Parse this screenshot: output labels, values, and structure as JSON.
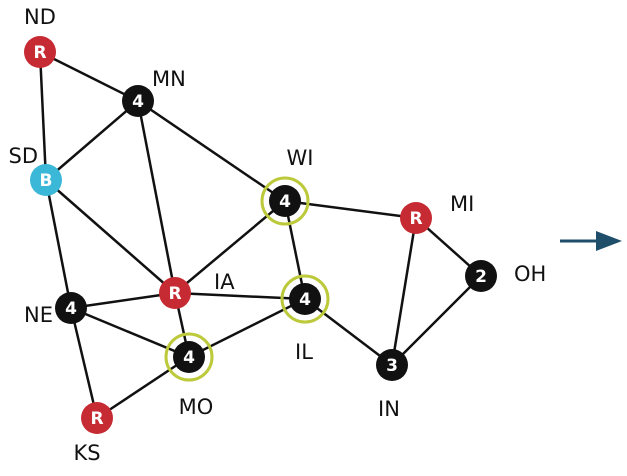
{
  "colors": {
    "node_black": "#111111",
    "node_red": "#c62b34",
    "node_blue": "#3bb8d8",
    "highlight_ring": "#bcc93a",
    "arrow": "#1f4e6b",
    "edge": "#111111"
  },
  "nodes": [
    {
      "id": "ND",
      "label": "R",
      "state": "ND",
      "color": "red"
    },
    {
      "id": "MN",
      "label": "4",
      "state": "MN",
      "color": "black"
    },
    {
      "id": "SD",
      "label": "B",
      "state": "SD",
      "color": "blue"
    },
    {
      "id": "WI",
      "label": "4",
      "state": "WI",
      "color": "black",
      "highlight": true
    },
    {
      "id": "MI",
      "label": "R",
      "state": "MI",
      "color": "red"
    },
    {
      "id": "OH",
      "label": "2",
      "state": "OH",
      "color": "black"
    },
    {
      "id": "IA",
      "label": "R",
      "state": "IA",
      "color": "red"
    },
    {
      "id": "IL",
      "label": "4",
      "state": "IL",
      "color": "black",
      "highlight": true
    },
    {
      "id": "NE",
      "label": "4",
      "state": "NE",
      "color": "black"
    },
    {
      "id": "MO",
      "label": "4",
      "state": "MO",
      "color": "black",
      "highlight": true
    },
    {
      "id": "IN",
      "label": "3",
      "state": "IN",
      "color": "black"
    },
    {
      "id": "KS",
      "label": "R",
      "state": "KS",
      "color": "red"
    }
  ],
  "edges": [
    [
      "ND",
      "MN"
    ],
    [
      "ND",
      "SD"
    ],
    [
      "MN",
      "SD"
    ],
    [
      "MN",
      "IA"
    ],
    [
      "MN",
      "WI"
    ],
    [
      "SD",
      "IA"
    ],
    [
      "SD",
      "NE"
    ],
    [
      "WI",
      "IA"
    ],
    [
      "WI",
      "MI"
    ],
    [
      "WI",
      "IL"
    ],
    [
      "IA",
      "NE"
    ],
    [
      "IA",
      "MO"
    ],
    [
      "IA",
      "IL"
    ],
    [
      "IL",
      "MO"
    ],
    [
      "IL",
      "IN"
    ],
    [
      "NE",
      "MO"
    ],
    [
      "NE",
      "KS"
    ],
    [
      "MO",
      "KS"
    ],
    [
      "MI",
      "IN"
    ],
    [
      "MI",
      "OH"
    ],
    [
      "OH",
      "IN"
    ]
  ],
  "arrow": {
    "icon": "right-arrow-icon"
  }
}
